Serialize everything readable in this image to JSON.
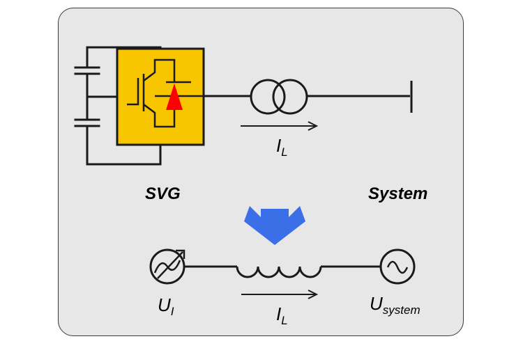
{
  "labels": {
    "svg": "SVG",
    "system": "System",
    "il_top": "I",
    "il_top_sub": "L",
    "ui": "U",
    "ui_sub": "I",
    "il_bottom": "I",
    "il_bottom_sub": "L",
    "usys": "U",
    "usys_sub": "system"
  },
  "colors": {
    "panel_bg": "#e7e7e7",
    "svg_box": "#f7c600",
    "diode": "#ff0000",
    "arrow": "#3a6fe8",
    "line": "#1a1a1a"
  }
}
